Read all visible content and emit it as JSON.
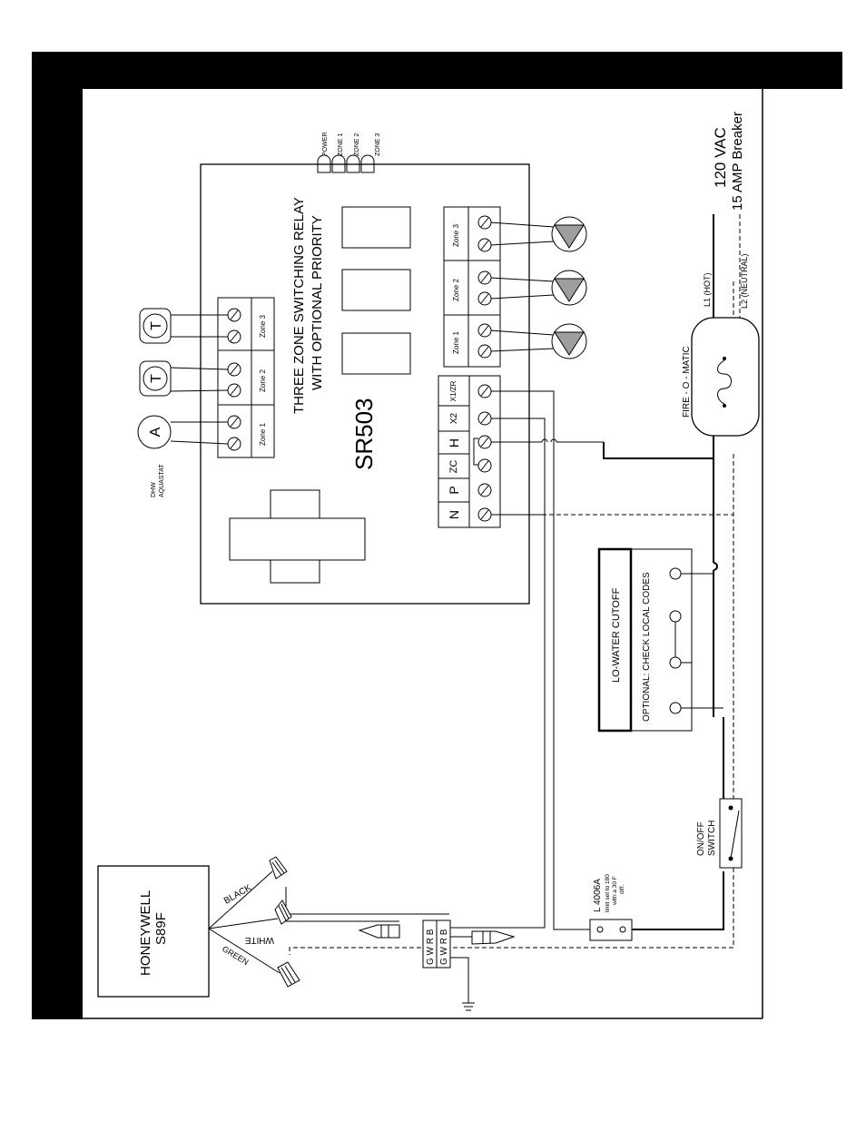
{
  "relay": {
    "title_line1": "THREE ZONE SWITCHING RELAY",
    "title_line2": "WITH OPTIONAL PRIORITY",
    "model": "SR503",
    "leds": [
      "POWER",
      "ZONE 1",
      "ZONE 2",
      "ZONE 3"
    ],
    "thermostat_zones": [
      "Zone 1",
      "Zone 2",
      "Zone 3"
    ],
    "pump_zones": [
      "Zone 1",
      "Zone 2",
      "Zone 3"
    ],
    "power_terminals": [
      "N",
      "P",
      "ZC",
      "H",
      "X2",
      "X1/ZR"
    ]
  },
  "devices": {
    "aquastat_symbol": "A",
    "aquastat_label_line1": "DHW",
    "aquastat_label_line2": "AQUASTAT",
    "thermostat_symbol": "T"
  },
  "power": {
    "voltage": "120 VAC",
    "breaker": "15 AMP Breaker",
    "hot": "L1 (HOT)",
    "neutral": "L2 (NEUTRAL)",
    "fire_o_matic": "FIRE - O - MATIC"
  },
  "lowater": {
    "title": "LO-WATER CUTOFF",
    "note": "OPTIONAL: CHECK LOCAL CODES"
  },
  "switch": {
    "line1": "ON/OFF",
    "line2": "SWITCH"
  },
  "limit": {
    "model": "L 4006A",
    "note_line1": "limit set to 180",
    "note_line2": "with a 30 F",
    "note_line3": "diff."
  },
  "gas_valve": {
    "brand": "HONEYWELL",
    "model": "S89F",
    "wire_black": "BLACK",
    "wire_white": "WHITE",
    "wire_green": "GREEN",
    "terminal_row": "G W R B"
  }
}
